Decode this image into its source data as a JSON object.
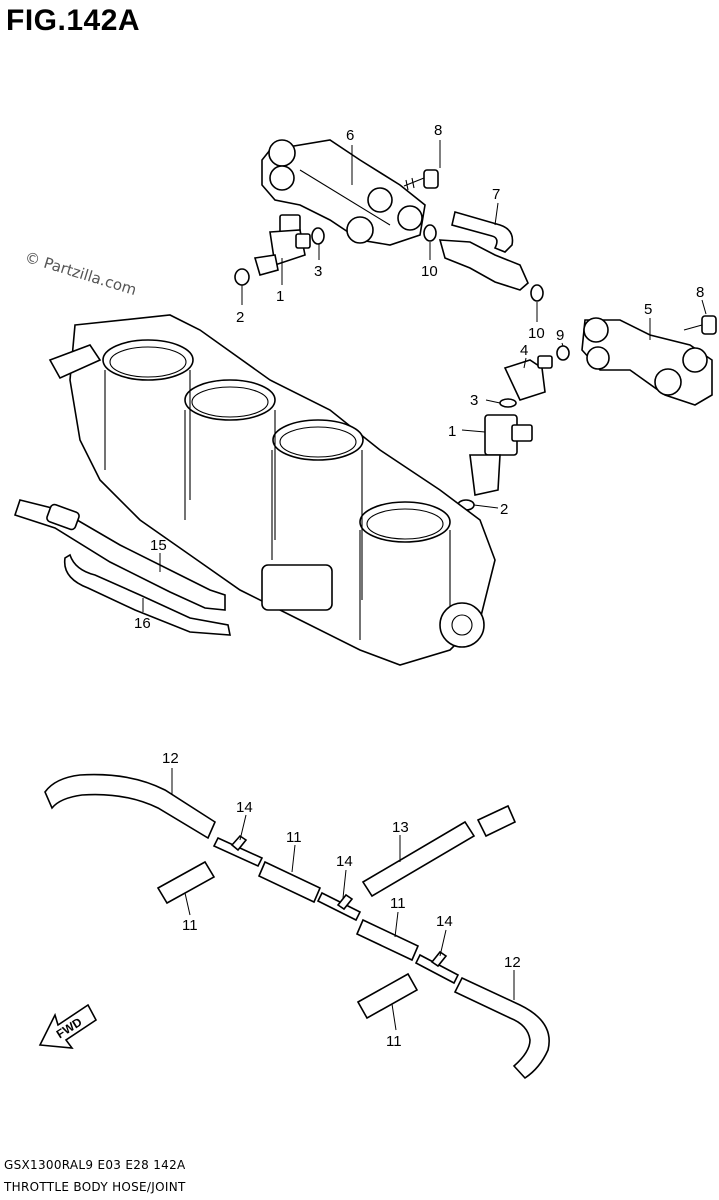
{
  "figure": {
    "title": "FIG.142A",
    "watermark": "© Partzilla.com",
    "fwd_label": "FWD"
  },
  "footer": {
    "model_code": "GSX1300RAL9  E03  E28  142A",
    "section_name": "THROTTLE BODY HOSE/JOINT"
  },
  "callouts": [
    {
      "id": "c6a",
      "label": "6"
    },
    {
      "id": "c8a",
      "label": "8"
    },
    {
      "id": "c7",
      "label": "7"
    },
    {
      "id": "c1a",
      "label": "1"
    },
    {
      "id": "c2a",
      "label": "2"
    },
    {
      "id": "c3a",
      "label": "3"
    },
    {
      "id": "c10a",
      "label": "10"
    },
    {
      "id": "c10b",
      "label": "10"
    },
    {
      "id": "c5",
      "label": "5"
    },
    {
      "id": "c8b",
      "label": "8"
    },
    {
      "id": "c9",
      "label": "9"
    },
    {
      "id": "c4",
      "label": "4"
    },
    {
      "id": "c3b",
      "label": "3"
    },
    {
      "id": "c1b",
      "label": "1"
    },
    {
      "id": "c2b",
      "label": "2"
    },
    {
      "id": "c15",
      "label": "15"
    },
    {
      "id": "c16",
      "label": "16"
    },
    {
      "id": "c12a",
      "label": "12"
    },
    {
      "id": "c14a",
      "label": "14"
    },
    {
      "id": "c11a",
      "label": "11"
    },
    {
      "id": "c13",
      "label": "13"
    },
    {
      "id": "c14b",
      "label": "14"
    },
    {
      "id": "c11b",
      "label": "11"
    },
    {
      "id": "c11c",
      "label": "11"
    },
    {
      "id": "c14c",
      "label": "14"
    },
    {
      "id": "c12b",
      "label": "12"
    },
    {
      "id": "c11d",
      "label": "11"
    }
  ]
}
